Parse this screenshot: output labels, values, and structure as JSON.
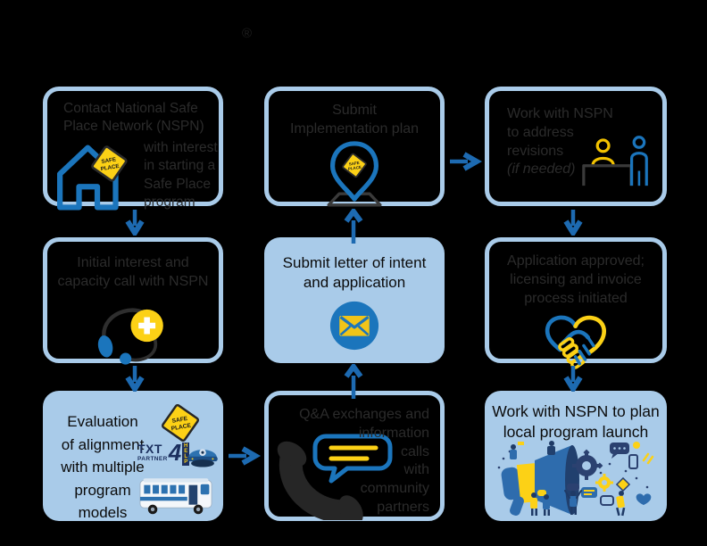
{
  "registered_mark": "®",
  "colors": {
    "background": "#000000",
    "light_blue": "#a9cbe9",
    "blue": "#1b75bc",
    "arrow_blue": "#1d6ab1",
    "yellow": "#fcd116",
    "navy": "#1b2f5e",
    "box_text_dark": "#2b2b2b"
  },
  "boxes": {
    "contact": {
      "intro_lines": [
        "Contact National Safe",
        "Place Network (NSPN)"
      ],
      "detail_lines": [
        "with interest",
        "in starting a",
        "Safe Place",
        "program"
      ]
    },
    "implementation": {
      "lines": [
        "Submit",
        "Implementation plan"
      ]
    },
    "revisions": {
      "lines": [
        "Work with NSPN",
        "to address",
        "revisions"
      ],
      "note": "(if needed)"
    },
    "capacity": {
      "lines": [
        "Initial interest and",
        "capacity call with NSPN"
      ]
    },
    "letter": {
      "lines": [
        "Submit letter of intent",
        "and application"
      ]
    },
    "approved": {
      "lines": [
        "Application approved;",
        "licensing and invoice",
        "process initiated"
      ]
    },
    "evaluation": {
      "lines": [
        "Evaluation",
        "of alignment",
        "with multiple",
        "program",
        "models"
      ]
    },
    "qa": {
      "lines": [
        "Q&A exchanges and",
        "information",
        "calls",
        "with",
        "community",
        "partners"
      ]
    },
    "launch": {
      "lines": [
        "Work with NSPN to plan",
        "local program launch"
      ]
    }
  },
  "safe_place_sign": {
    "line1": "SAFE",
    "line2": "PLACE"
  },
  "txt4help": {
    "txt": "TXT",
    "four": "4",
    "help": "HELP",
    "partner": "PARTNER"
  },
  "icons": [
    "house-icon",
    "safe-place-sign-icon",
    "location-pin-icon",
    "desk-people-icon",
    "headset-icon",
    "envelope-circle-icon",
    "handshake-icon",
    "txt4help-logo",
    "police-hat-icon",
    "bus-icon",
    "phone-handset-icon",
    "speech-bubble-icon",
    "megaphone-launch-illustration"
  ]
}
